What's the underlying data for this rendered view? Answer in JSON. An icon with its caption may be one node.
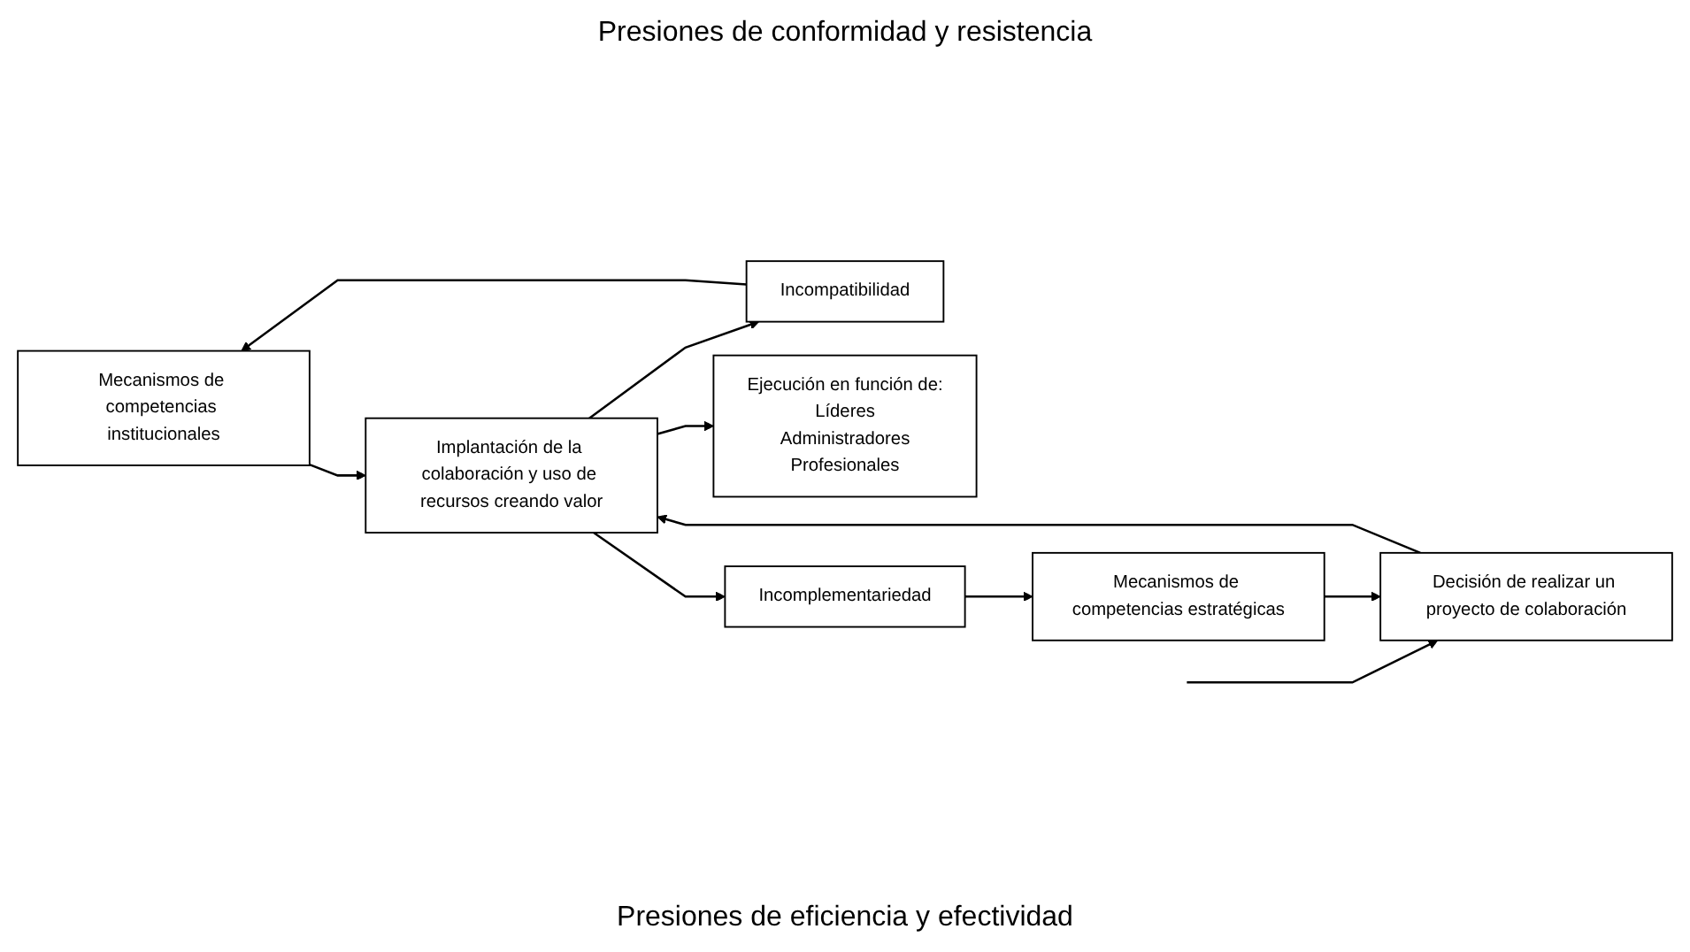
{
  "diagram": {
    "nodes": [
      {
        "text": [
          "Mecanismos de competencias institucionales"
        ]
      },
      {
        "text": [
          "Incompatibilidad"
        ]
      },
      {
        "text": [
          "Decisión de realizar un proyecto de colaboración"
        ]
      },
      {
        "text": [
          "Implantación de la colaboración y uso de recursos creando valor"
        ]
      },
      {
        "text": [
          "Ejecución  en función de:",
          "Líderes",
          "Administradores",
          "Profesionales"
        ]
      },
      {
        "text": [
          "Mecanismos de competencias estratégicas"
        ]
      },
      {
        "text": [
          "Incomplementariedad"
        ]
      }
    ],
    "edges": [
      {
        "from": null,
        "to": 2,
        "arrow": "to"
      },
      {
        "from": 2,
        "to": 3,
        "arrow": "to"
      },
      {
        "from": 3,
        "to": 1,
        "arrow": "to"
      },
      {
        "from": 1,
        "to": 0,
        "arrow": "to"
      },
      {
        "from": 0,
        "to": 3,
        "arrow": "to"
      },
      {
        "from": 3,
        "to": 4,
        "arrow": "to"
      },
      {
        "from": 3,
        "to": 6,
        "arrow": "to"
      },
      {
        "from": 6,
        "to": 5,
        "arrow": "to"
      },
      {
        "from": 5,
        "to": 2,
        "arrow": "to"
      }
    ],
    "labels": [
      "Presiones de conformidad y resistencia",
      "Presiones de eficiencia y efectividad"
    ]
  }
}
